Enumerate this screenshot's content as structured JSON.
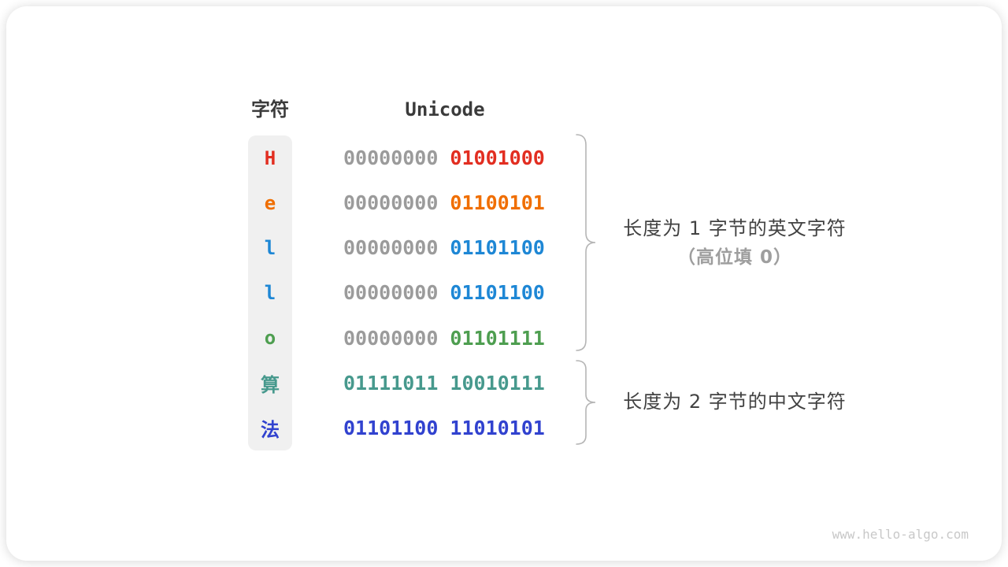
{
  "table": {
    "headers": {
      "char": "字符",
      "unicode": "Unicode"
    },
    "rows": [
      {
        "char": "H",
        "color": "#e22e21",
        "byte1": "00000000",
        "byte1_color": "#9b9b9b",
        "byte2": "01001000",
        "byte2_color": "#e22e21"
      },
      {
        "char": "e",
        "color": "#f06e00",
        "byte1": "00000000",
        "byte1_color": "#9b9b9b",
        "byte2": "01100101",
        "byte2_color": "#f06e00"
      },
      {
        "char": "l",
        "color": "#1e87d5",
        "byte1": "00000000",
        "byte1_color": "#9b9b9b",
        "byte2": "01101100",
        "byte2_color": "#1e87d5"
      },
      {
        "char": "l",
        "color": "#1e87d5",
        "byte1": "00000000",
        "byte1_color": "#9b9b9b",
        "byte2": "01101100",
        "byte2_color": "#1e87d5"
      },
      {
        "char": "o",
        "color": "#4e9e50",
        "byte1": "00000000",
        "byte1_color": "#9b9b9b",
        "byte2": "01101111",
        "byte2_color": "#4e9e50"
      },
      {
        "char": "算",
        "color": "#47998d",
        "byte1": "01111011",
        "byte1_color": "#47998d",
        "byte2": "10010111",
        "byte2_color": "#47998d"
      },
      {
        "char": "法",
        "color": "#3142cf",
        "byte1": "01101100",
        "byte1_color": "#3142cf",
        "byte2": "11010101",
        "byte2_color": "#3142cf"
      }
    ]
  },
  "annotations": [
    {
      "line1": "长度为 1 字节的英文字符",
      "line2": "（高位填 0）"
    },
    {
      "line1": "长度为 2 字节的中文字符",
      "line2": ""
    }
  ],
  "colors": {
    "header_text": "#3b3b3b",
    "gray_byte": "#9b9b9b",
    "char_column_bg": "#f0f0f0",
    "brace": "#b5b5b5",
    "annotation_primary": "#424242",
    "annotation_secondary": "#9e9e9e",
    "watermark": "#c8c8c8"
  },
  "footer": {
    "watermark": "www.hello-algo.com"
  }
}
